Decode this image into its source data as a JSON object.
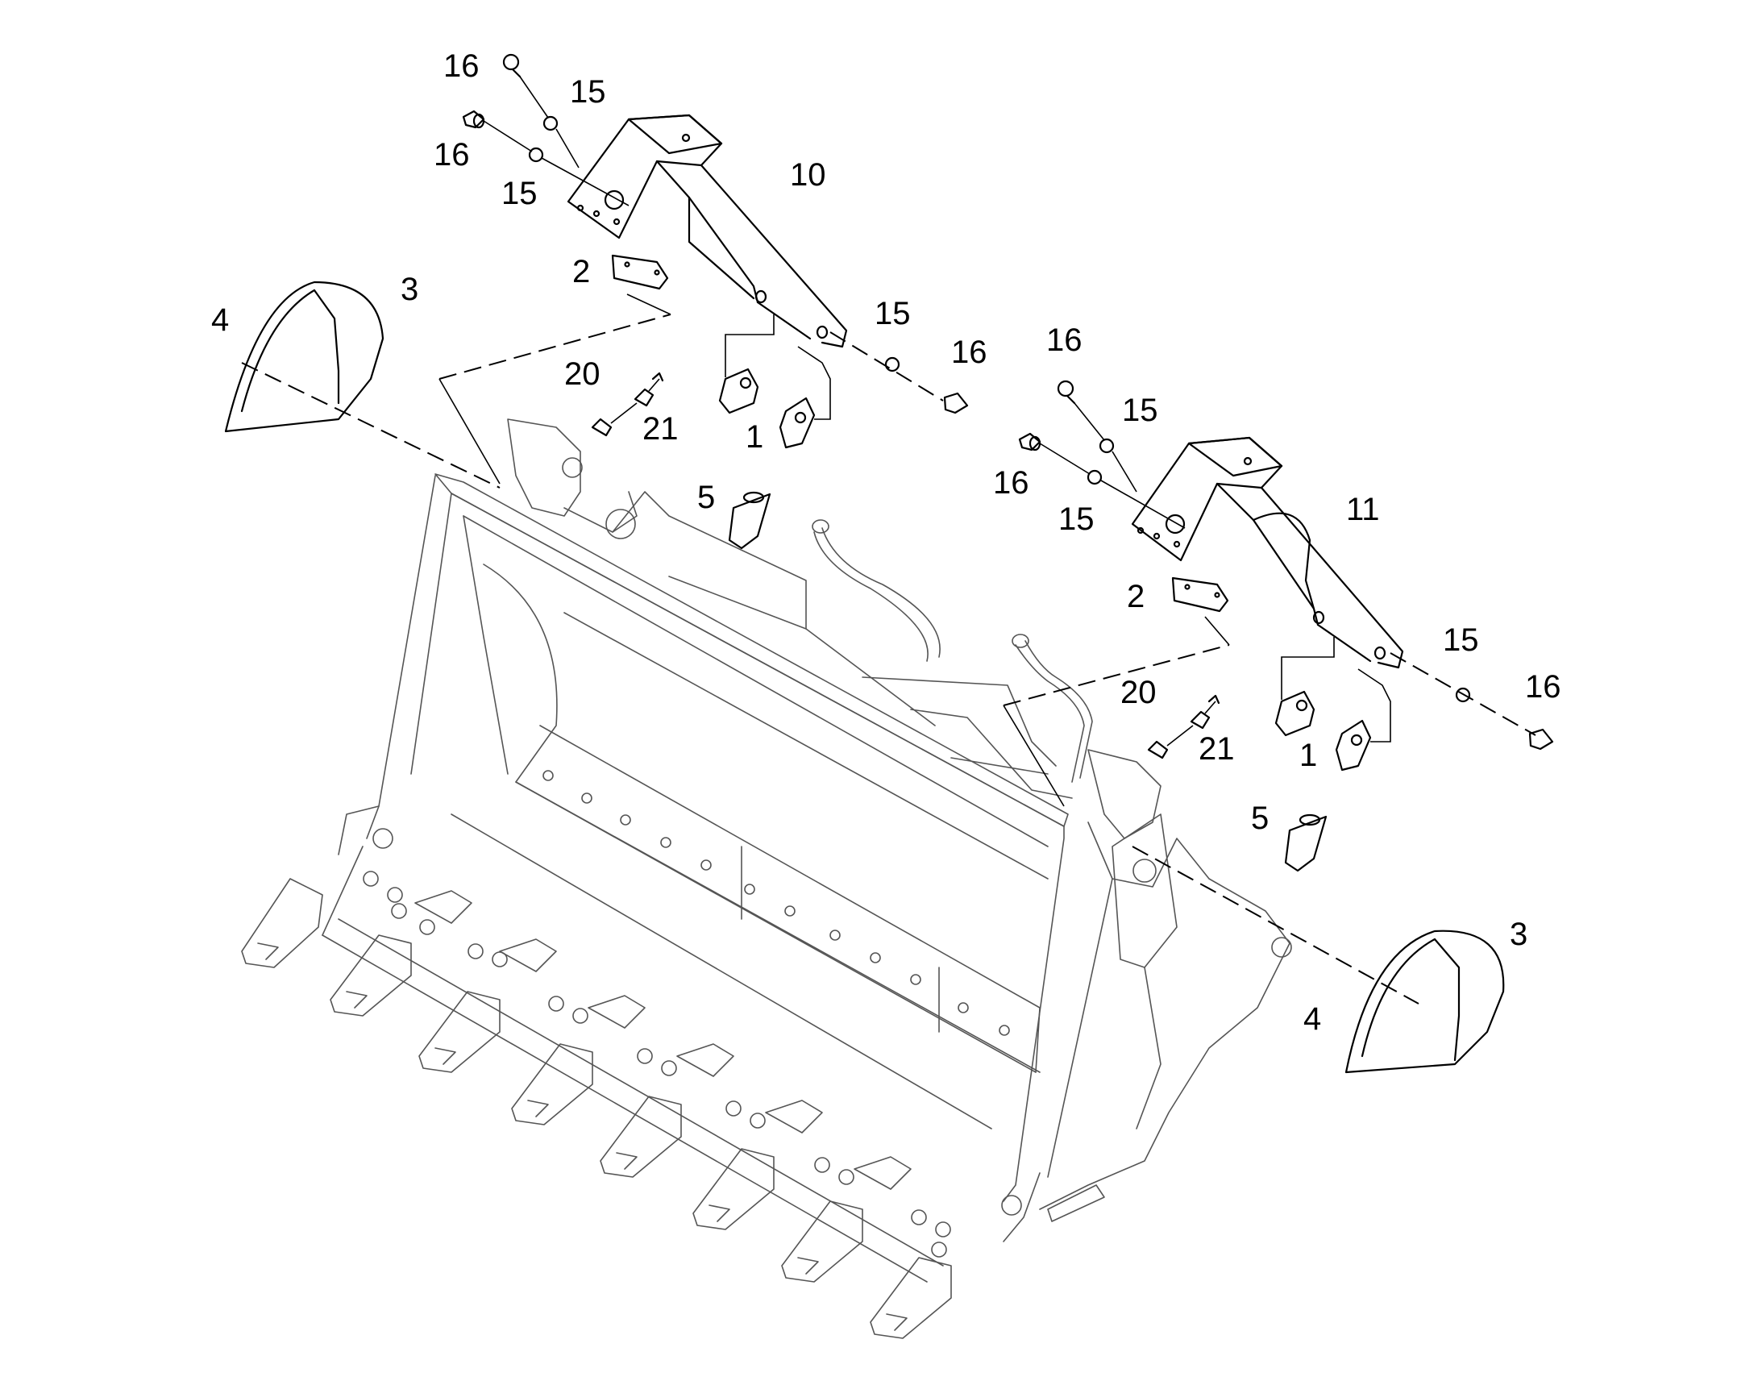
{
  "callouts": {
    "c16_a": "16",
    "c15_a": "15",
    "c16_b": "16",
    "c15_b": "15",
    "c10": "10",
    "c2_left": "2",
    "c3_left": "3",
    "c4_left": "4",
    "c15_c": "15",
    "c16_c": "16",
    "c20_left": "20",
    "c21_left": "21",
    "c1_left": "1",
    "c16_d": "16",
    "c15_d": "15",
    "c16_e": "16",
    "c15_e": "15",
    "c5_left": "5",
    "c11": "11",
    "c2_right": "2",
    "c15_f": "15",
    "c16_f": "16",
    "c20_right": "20",
    "c21_right": "21",
    "c1_right": "1",
    "c5_right": "5",
    "c3_right": "3",
    "c4_right": "4"
  }
}
